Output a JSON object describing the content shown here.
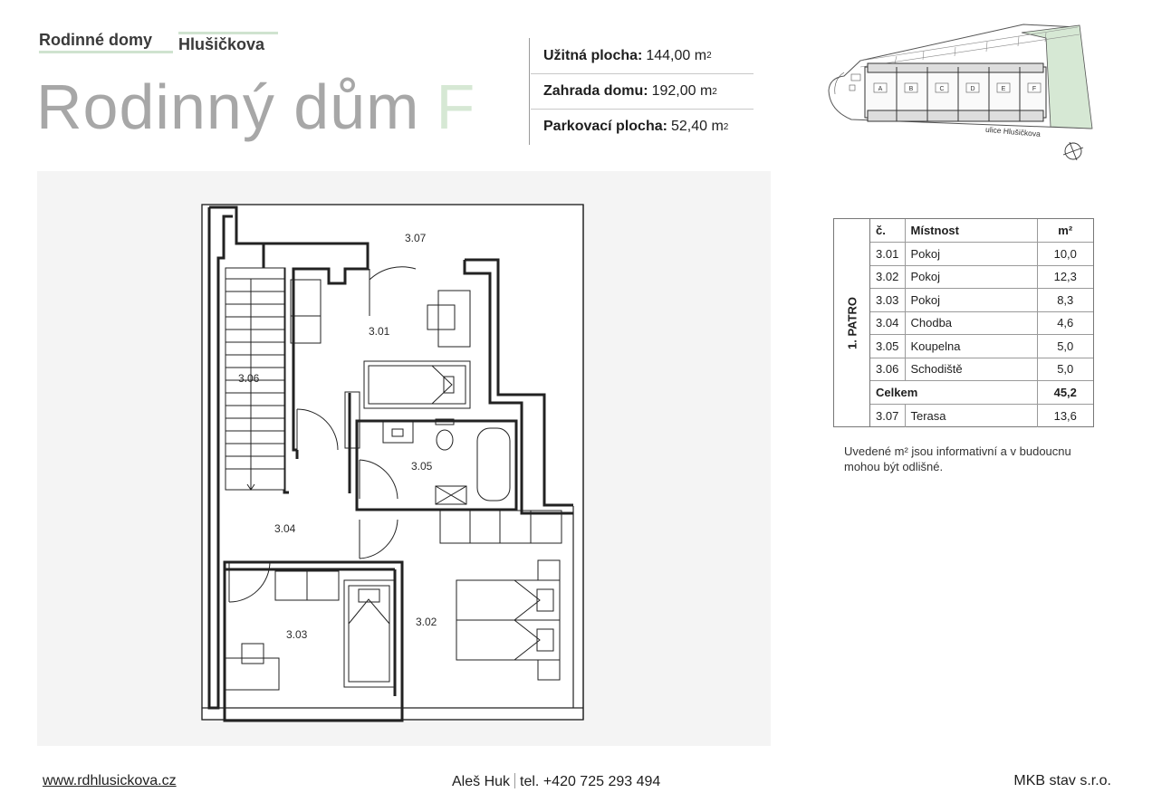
{
  "brand": {
    "line1": "Rodinné domy",
    "line2": "Hlušičkova"
  },
  "title": {
    "main": "Rodinný dům",
    "letter": "F"
  },
  "stats": [
    {
      "label": "Užitná plocha:",
      "value": "144,00 m",
      "unit_sup": "2"
    },
    {
      "label": "Zahrada domu:",
      "value": "192,00 m",
      "unit_sup": "2"
    },
    {
      "label": "Parkovací plocha:",
      "value": "52,40 m",
      "unit_sup": "2"
    }
  ],
  "siteplan": {
    "street": "ulice Hlušičkova",
    "houses": [
      "A",
      "B",
      "C",
      "D",
      "E",
      "F"
    ],
    "highlighted": "F"
  },
  "plan": {
    "rooms": {
      "r301": "3.01",
      "r302": "3.02",
      "r303": "3.03",
      "r304": "3.04",
      "r305": "3.05",
      "r306": "3.06",
      "r307": "3.07"
    }
  },
  "table": {
    "side_label": "1. PATRO",
    "headers": {
      "no": "č.",
      "room": "Místnost",
      "area": "m²"
    },
    "rows": [
      {
        "no": "3.01",
        "room": "Pokoj",
        "area": "10,0"
      },
      {
        "no": "3.02",
        "room": "Pokoj",
        "area": "12,3"
      },
      {
        "no": "3.03",
        "room": "Pokoj",
        "area": "8,3"
      },
      {
        "no": "3.04",
        "room": "Chodba",
        "area": "4,6"
      },
      {
        "no": "3.05",
        "room": "Koupelna",
        "area": "5,0"
      },
      {
        "no": "3.06",
        "room": "Schodiště",
        "area": "5,0"
      }
    ],
    "total": {
      "label": "Celkem",
      "area": "45,2"
    },
    "extra": {
      "no": "3.07",
      "room": "Terasa",
      "area": "13,6"
    }
  },
  "note": "Uvedené m² jsou informativní a v budoucnu mohou být odlišné.",
  "footer": {
    "url": "www.rdhlusickova.cz",
    "name": "Aleš Huk",
    "phone": "tel. +420 725 293 494",
    "company": "MKB stav s.r.o."
  },
  "colors": {
    "accent_green": "#d6e8d4",
    "title_gray": "#a7a7a7",
    "plan_bg": "#f4f4f4"
  }
}
